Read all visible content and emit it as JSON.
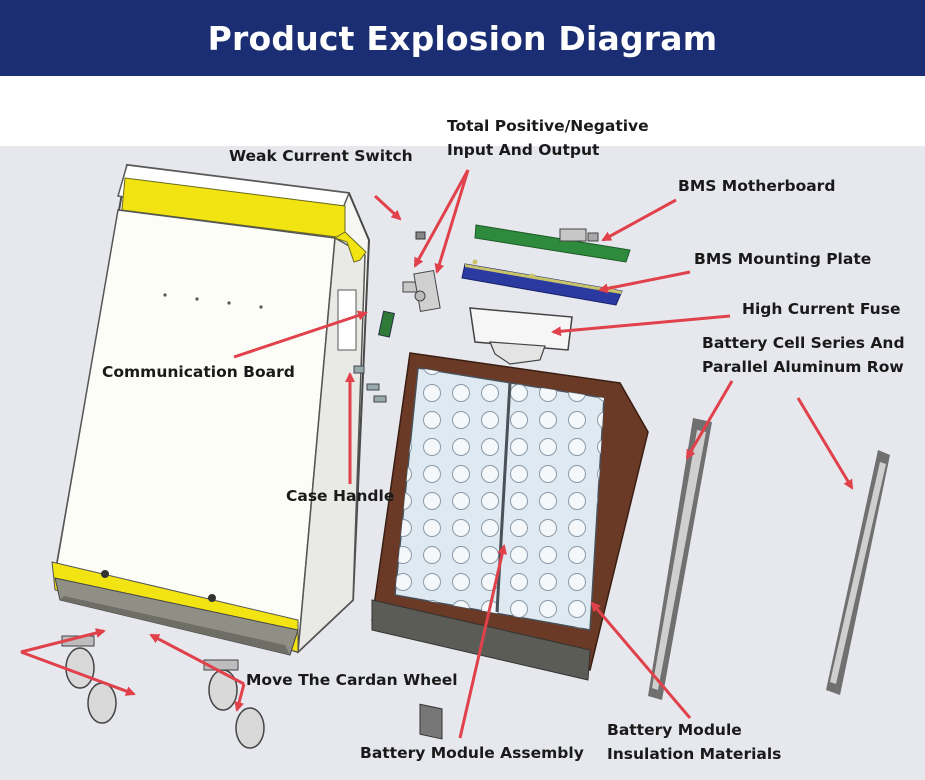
{
  "title": "Product Explosion Diagram",
  "colors": {
    "banner": "#1b2e73",
    "arrow": "#e0414a",
    "case_band": "#f2e312",
    "cell_frame": "#5a3020",
    "bms_green": "#2e8a3c",
    "mounting_plate": "#2b3aa0"
  },
  "labels": {
    "weak_current_switch": "Weak Current Switch",
    "total_pos_neg_line1": "Total Positive/Negative",
    "total_pos_neg_line2": "Input And Output",
    "bms_motherboard": "BMS Motherboard",
    "bms_mounting_plate": "BMS Mounting Plate",
    "high_current_fuse": "High Current Fuse",
    "cell_row_line1": "Battery Cell Series And",
    "cell_row_line2": "Parallel Aluminum Row",
    "communication_board": "Communication Board",
    "case_handle": "Case Handle",
    "cardan_wheel": "Move The Cardan Wheel",
    "module_assembly": "Battery Module Assembly",
    "insulation_line1": "Battery Module",
    "insulation_line2": "Insulation Materials"
  }
}
